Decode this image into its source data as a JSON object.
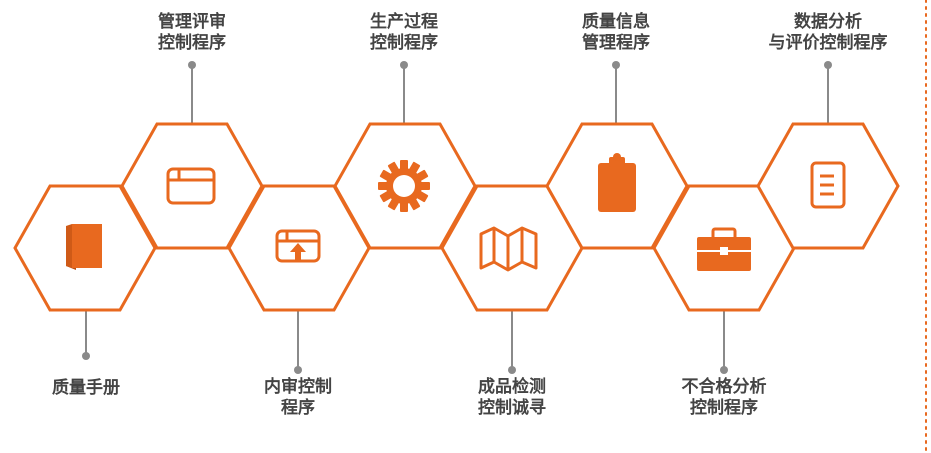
{
  "accent_color": "#e8691f",
  "connector_color": "#8a8a8a",
  "nodes": [
    {
      "name": "quality-manual",
      "label": "质量手册",
      "icon": "book-icon"
    },
    {
      "name": "management-review",
      "label": "管理评审\n控制程序",
      "icon": "browser-window-icon"
    },
    {
      "name": "internal-audit",
      "label": "内审控制\n程序",
      "icon": "upload-window-icon"
    },
    {
      "name": "production-process",
      "label": "生产过程\n控制程序",
      "icon": "gear-icon"
    },
    {
      "name": "product-inspection",
      "label": "成品检测\n控制诚寻",
      "icon": "map-icon"
    },
    {
      "name": "quality-info",
      "label": "质量信息\n管理程序",
      "icon": "clipboard-icon"
    },
    {
      "name": "nonconformance-analysis",
      "label": "不合格分析\n控制程序",
      "icon": "briefcase-icon"
    },
    {
      "name": "data-analysis",
      "label": "数据分析\n与评价控制程序",
      "icon": "document-icon"
    }
  ]
}
